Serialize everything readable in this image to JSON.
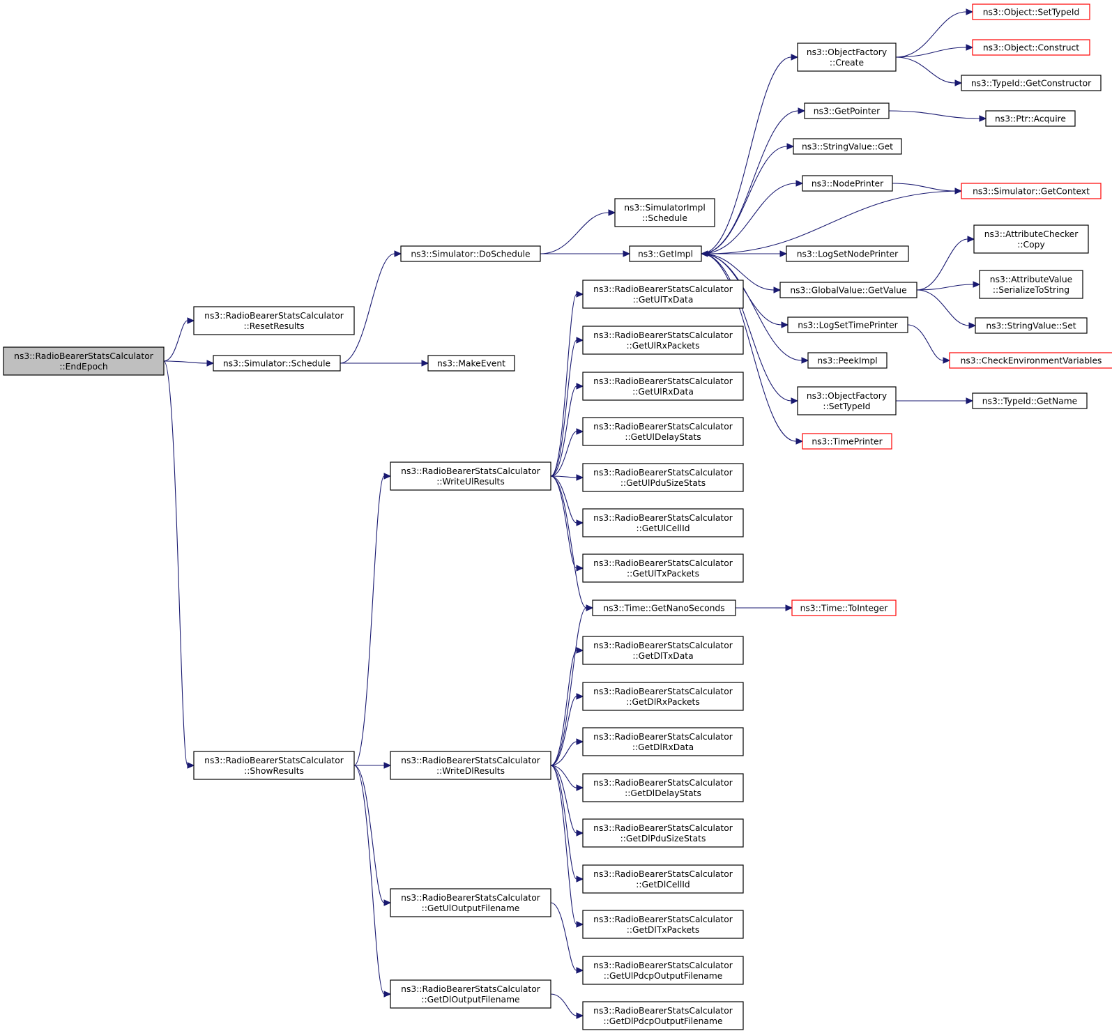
{
  "nodes": [
    {
      "id": "end_epoch",
      "lines": [
        "ns3::RadioBearerStatsCalculator",
        "::EndEpoch"
      ],
      "style": "root"
    },
    {
      "id": "reset_results",
      "lines": [
        "ns3::RadioBearerStatsCalculator",
        "::ResetResults"
      ]
    },
    {
      "id": "sim_schedule",
      "lines": [
        "ns3::Simulator::Schedule"
      ]
    },
    {
      "id": "show_results",
      "lines": [
        "ns3::RadioBearerStatsCalculator",
        "::ShowResults"
      ]
    },
    {
      "id": "do_schedule",
      "lines": [
        "ns3::Simulator::DoSchedule"
      ]
    },
    {
      "id": "make_event",
      "lines": [
        "ns3::MakeEvent"
      ]
    },
    {
      "id": "simimpl_schedule",
      "lines": [
        "ns3::SimulatorImpl",
        "::Schedule"
      ]
    },
    {
      "id": "get_impl",
      "lines": [
        "ns3::GetImpl"
      ]
    },
    {
      "id": "of_create",
      "lines": [
        "ns3::ObjectFactory",
        "::Create"
      ]
    },
    {
      "id": "get_pointer",
      "lines": [
        "ns3::GetPointer"
      ]
    },
    {
      "id": "stringvalue_get",
      "lines": [
        "ns3::StringValue::Get"
      ]
    },
    {
      "id": "node_printer",
      "lines": [
        "ns3::NodePrinter"
      ]
    },
    {
      "id": "log_set_node_printer",
      "lines": [
        "ns3::LogSetNodePrinter"
      ]
    },
    {
      "id": "gv_get_value",
      "lines": [
        "ns3::GlobalValue::GetValue"
      ]
    },
    {
      "id": "log_set_time_printer",
      "lines": [
        "ns3::LogSetTimePrinter"
      ]
    },
    {
      "id": "peek_impl",
      "lines": [
        "ns3::PeekImpl"
      ]
    },
    {
      "id": "of_set_type_id",
      "lines": [
        "ns3::ObjectFactory",
        "::SetTypeId"
      ]
    },
    {
      "id": "time_printer",
      "lines": [
        "ns3::TimePrinter"
      ],
      "style": "red"
    },
    {
      "id": "obj_set_type_id",
      "lines": [
        "ns3::Object::SetTypeId"
      ],
      "style": "red"
    },
    {
      "id": "obj_construct",
      "lines": [
        "ns3::Object::Construct"
      ],
      "style": "red"
    },
    {
      "id": "typeid_get_constructor",
      "lines": [
        "ns3::TypeId::GetConstructor"
      ]
    },
    {
      "id": "ptr_acquire",
      "lines": [
        "ns3::Ptr::Acquire"
      ]
    },
    {
      "id": "sim_get_context",
      "lines": [
        "ns3::Simulator::GetContext"
      ],
      "style": "red"
    },
    {
      "id": "attr_checker_copy",
      "lines": [
        "ns3::AttributeChecker",
        "::Copy"
      ]
    },
    {
      "id": "attr_value_serialize",
      "lines": [
        "ns3::AttributeValue",
        "::SerializeToString"
      ]
    },
    {
      "id": "stringvalue_set",
      "lines": [
        "ns3::StringValue::Set"
      ]
    },
    {
      "id": "check_env",
      "lines": [
        "ns3::CheckEnvironmentVariables"
      ],
      "style": "red"
    },
    {
      "id": "typeid_get_name",
      "lines": [
        "ns3::TypeId::GetName"
      ]
    },
    {
      "id": "write_ul",
      "lines": [
        "ns3::RadioBearerStatsCalculator",
        "::WriteUlResults"
      ]
    },
    {
      "id": "write_dl",
      "lines": [
        "ns3::RadioBearerStatsCalculator",
        "::WriteDlResults"
      ]
    },
    {
      "id": "get_ul_output",
      "lines": [
        "ns3::RadioBearerStatsCalculator",
        "::GetUlOutputFilename"
      ]
    },
    {
      "id": "get_dl_output",
      "lines": [
        "ns3::RadioBearerStatsCalculator",
        "::GetDlOutputFilename"
      ]
    },
    {
      "id": "get_ul_tx_data",
      "lines": [
        "ns3::RadioBearerStatsCalculator",
        "::GetUlTxData"
      ]
    },
    {
      "id": "get_ul_rx_packets",
      "lines": [
        "ns3::RadioBearerStatsCalculator",
        "::GetUlRxPackets"
      ]
    },
    {
      "id": "get_ul_rx_data",
      "lines": [
        "ns3::RadioBearerStatsCalculator",
        "::GetUlRxData"
      ]
    },
    {
      "id": "get_ul_delay_stats",
      "lines": [
        "ns3::RadioBearerStatsCalculator",
        "::GetUlDelayStats"
      ]
    },
    {
      "id": "get_ul_pdu_size_stats",
      "lines": [
        "ns3::RadioBearerStatsCalculator",
        "::GetUlPduSizeStats"
      ]
    },
    {
      "id": "get_ul_cell_id",
      "lines": [
        "ns3::RadioBearerStatsCalculator",
        "::GetUlCellId"
      ]
    },
    {
      "id": "get_ul_tx_packets",
      "lines": [
        "ns3::RadioBearerStatsCalculator",
        "::GetUlTxPackets"
      ]
    },
    {
      "id": "time_get_nano",
      "lines": [
        "ns3::Time::GetNanoSeconds"
      ]
    },
    {
      "id": "time_to_integer",
      "lines": [
        "ns3::Time::ToInteger"
      ],
      "style": "red"
    },
    {
      "id": "get_dl_tx_data",
      "lines": [
        "ns3::RadioBearerStatsCalculator",
        "::GetDlTxData"
      ]
    },
    {
      "id": "get_dl_rx_packets",
      "lines": [
        "ns3::RadioBearerStatsCalculator",
        "::GetDlRxPackets"
      ]
    },
    {
      "id": "get_dl_rx_data",
      "lines": [
        "ns3::RadioBearerStatsCalculator",
        "::GetDlRxData"
      ]
    },
    {
      "id": "get_dl_delay_stats",
      "lines": [
        "ns3::RadioBearerStatsCalculator",
        "::GetDlDelayStats"
      ]
    },
    {
      "id": "get_dl_pdu_size_stats",
      "lines": [
        "ns3::RadioBearerStatsCalculator",
        "::GetDlPduSizeStats"
      ]
    },
    {
      "id": "get_dl_cell_id",
      "lines": [
        "ns3::RadioBearerStatsCalculator",
        "::GetDlCellId"
      ]
    },
    {
      "id": "get_dl_tx_packets",
      "lines": [
        "ns3::RadioBearerStatsCalculator",
        "::GetDlTxPackets"
      ]
    },
    {
      "id": "get_ul_pdcp_output",
      "lines": [
        "ns3::RadioBearerStatsCalculator",
        "::GetUlPdcpOutputFilename"
      ]
    },
    {
      "id": "get_dl_pdcp_output",
      "lines": [
        "ns3::RadioBearerStatsCalculator",
        "::GetDlPdcpOutputFilename"
      ]
    }
  ],
  "edges": [
    [
      "end_epoch",
      "reset_results"
    ],
    [
      "end_epoch",
      "sim_schedule"
    ],
    [
      "end_epoch",
      "show_results"
    ],
    [
      "sim_schedule",
      "do_schedule"
    ],
    [
      "sim_schedule",
      "make_event"
    ],
    [
      "do_schedule",
      "simimpl_schedule"
    ],
    [
      "do_schedule",
      "get_impl"
    ],
    [
      "get_impl",
      "of_create"
    ],
    [
      "get_impl",
      "get_pointer"
    ],
    [
      "get_impl",
      "stringvalue_get"
    ],
    [
      "get_impl",
      "node_printer"
    ],
    [
      "get_impl",
      "log_set_node_printer"
    ],
    [
      "get_impl",
      "gv_get_value"
    ],
    [
      "get_impl",
      "log_set_time_printer"
    ],
    [
      "get_impl",
      "peek_impl"
    ],
    [
      "get_impl",
      "of_set_type_id"
    ],
    [
      "get_impl",
      "time_printer"
    ],
    [
      "sim_get_context",
      "get_impl"
    ],
    [
      "of_create",
      "obj_set_type_id"
    ],
    [
      "of_create",
      "obj_construct"
    ],
    [
      "of_create",
      "typeid_get_constructor"
    ],
    [
      "get_pointer",
      "ptr_acquire"
    ],
    [
      "node_printer",
      "sim_get_context"
    ],
    [
      "gv_get_value",
      "attr_checker_copy"
    ],
    [
      "gv_get_value",
      "attr_value_serialize"
    ],
    [
      "gv_get_value",
      "stringvalue_set"
    ],
    [
      "log_set_time_printer",
      "check_env"
    ],
    [
      "of_set_type_id",
      "typeid_get_name"
    ],
    [
      "show_results",
      "write_ul"
    ],
    [
      "show_results",
      "write_dl"
    ],
    [
      "show_results",
      "get_ul_output"
    ],
    [
      "show_results",
      "get_dl_output"
    ],
    [
      "write_ul",
      "get_ul_tx_data"
    ],
    [
      "write_ul",
      "get_ul_rx_packets"
    ],
    [
      "write_ul",
      "get_ul_rx_data"
    ],
    [
      "write_ul",
      "get_ul_delay_stats"
    ],
    [
      "write_ul",
      "get_ul_pdu_size_stats"
    ],
    [
      "write_ul",
      "get_ul_cell_id"
    ],
    [
      "write_ul",
      "get_ul_tx_packets"
    ],
    [
      "write_ul",
      "time_get_nano"
    ],
    [
      "time_get_nano",
      "time_to_integer"
    ],
    [
      "write_dl",
      "time_get_nano"
    ],
    [
      "write_dl",
      "get_dl_tx_data"
    ],
    [
      "write_dl",
      "get_dl_rx_packets"
    ],
    [
      "write_dl",
      "get_dl_rx_data"
    ],
    [
      "write_dl",
      "get_dl_delay_stats"
    ],
    [
      "write_dl",
      "get_dl_pdu_size_stats"
    ],
    [
      "write_dl",
      "get_dl_cell_id"
    ],
    [
      "write_dl",
      "get_dl_tx_packets"
    ],
    [
      "get_ul_output",
      "get_ul_pdcp_output"
    ],
    [
      "get_dl_output",
      "get_dl_pdcp_output"
    ]
  ],
  "colors": {
    "edge": "#191970",
    "node_border": "#000000",
    "red_border": "#ff0000",
    "root_fill": "#bfbfbf"
  }
}
